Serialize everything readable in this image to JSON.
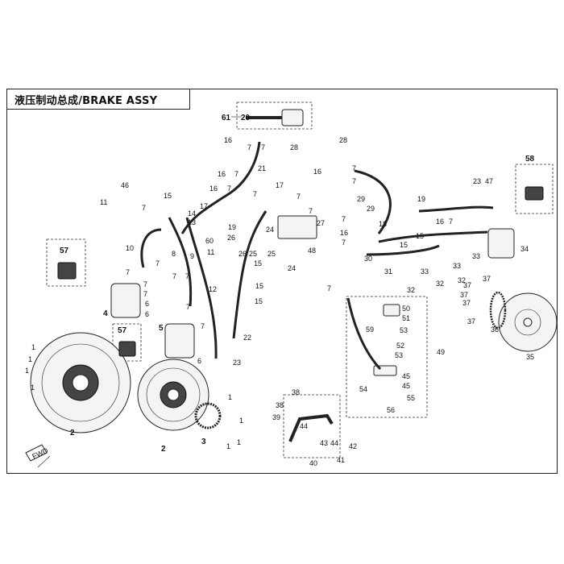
{
  "title": "液压制动总成/BRAKE ASSY",
  "fwd_label": "FWD",
  "callouts": [
    {
      "id": "c61",
      "text": "61"
    },
    {
      "id": "c20",
      "text": "20"
    },
    {
      "id": "c16a",
      "text": "16"
    },
    {
      "id": "c7a",
      "text": "7"
    },
    {
      "id": "c7b",
      "text": "7"
    },
    {
      "id": "c28a",
      "text": "28"
    },
    {
      "id": "c28b",
      "text": "28"
    },
    {
      "id": "c58",
      "text": "58"
    },
    {
      "id": "c16b",
      "text": "16"
    },
    {
      "id": "c7c",
      "text": "7"
    },
    {
      "id": "c21",
      "text": "21"
    },
    {
      "id": "c16c",
      "text": "16"
    },
    {
      "id": "c7d",
      "text": "7"
    },
    {
      "id": "c7e",
      "text": "7"
    },
    {
      "id": "c17a",
      "text": "17"
    },
    {
      "id": "c7f",
      "text": "7"
    },
    {
      "id": "c16d",
      "text": "16"
    },
    {
      "id": "c7g",
      "text": "7"
    },
    {
      "id": "c23a",
      "text": "23"
    },
    {
      "id": "c47",
      "text": "47"
    },
    {
      "id": "c46",
      "text": "46"
    },
    {
      "id": "c15a",
      "text": "15"
    },
    {
      "id": "c11a",
      "text": "11"
    },
    {
      "id": "c7h",
      "text": "7"
    },
    {
      "id": "c7i",
      "text": "7"
    },
    {
      "id": "c29a",
      "text": "29"
    },
    {
      "id": "c29b",
      "text": "29"
    },
    {
      "id": "c19a",
      "text": "19"
    },
    {
      "id": "c14",
      "text": "14"
    },
    {
      "id": "c13",
      "text": "13"
    },
    {
      "id": "c17b",
      "text": "17"
    },
    {
      "id": "c19b",
      "text": "19"
    },
    {
      "id": "c7j",
      "text": "7"
    },
    {
      "id": "c27",
      "text": "27"
    },
    {
      "id": "c7k",
      "text": "7"
    },
    {
      "id": "c18",
      "text": "18"
    },
    {
      "id": "c16e",
      "text": "16"
    },
    {
      "id": "c7l",
      "text": "7"
    },
    {
      "id": "c60",
      "text": "60"
    },
    {
      "id": "c26",
      "text": "26"
    },
    {
      "id": "c24a",
      "text": "24"
    },
    {
      "id": "c16f",
      "text": "16"
    },
    {
      "id": "c7m",
      "text": "7"
    },
    {
      "id": "c15b",
      "text": "15"
    },
    {
      "id": "c15c",
      "text": "15"
    },
    {
      "id": "c57a",
      "text": "57"
    },
    {
      "id": "c10",
      "text": "10"
    },
    {
      "id": "c8",
      "text": "8"
    },
    {
      "id": "c11b",
      "text": "11"
    },
    {
      "id": "c7n",
      "text": "7"
    },
    {
      "id": "c9",
      "text": "9"
    },
    {
      "id": "c26b",
      "text": "26"
    },
    {
      "id": "c25a",
      "text": "25"
    },
    {
      "id": "c25b",
      "text": "25"
    },
    {
      "id": "c48",
      "text": "48"
    },
    {
      "id": "c30",
      "text": "30"
    },
    {
      "id": "c34",
      "text": "34"
    },
    {
      "id": "c7o",
      "text": "7"
    },
    {
      "id": "c15d",
      "text": "15"
    },
    {
      "id": "c7p",
      "text": "7"
    },
    {
      "id": "c7q",
      "text": "7"
    },
    {
      "id": "c33a",
      "text": "33"
    },
    {
      "id": "c15e",
      "text": "15"
    },
    {
      "id": "c24b",
      "text": "24"
    },
    {
      "id": "c31",
      "text": "31"
    },
    {
      "id": "c33b",
      "text": "33"
    },
    {
      "id": "c32a",
      "text": "32"
    },
    {
      "id": "c32b",
      "text": "32"
    },
    {
      "id": "c33c",
      "text": "33"
    },
    {
      "id": "c32c",
      "text": "32"
    },
    {
      "id": "c7r",
      "text": "7"
    },
    {
      "id": "c7s",
      "text": "7"
    },
    {
      "id": "c12",
      "text": "12"
    },
    {
      "id": "c7t",
      "text": "7"
    },
    {
      "id": "c4",
      "text": "4"
    },
    {
      "id": "c6a",
      "text": "6"
    },
    {
      "id": "c6b",
      "text": "6"
    },
    {
      "id": "c15f",
      "text": "15"
    },
    {
      "id": "c7u",
      "text": "7"
    },
    {
      "id": "c37a",
      "text": "37"
    },
    {
      "id": "c37b",
      "text": "37"
    },
    {
      "id": "c37c",
      "text": "37"
    },
    {
      "id": "c37d",
      "text": "37"
    },
    {
      "id": "c37e",
      "text": "37"
    },
    {
      "id": "c36",
      "text": "36"
    },
    {
      "id": "c35",
      "text": "35"
    },
    {
      "id": "c50",
      "text": "50"
    },
    {
      "id": "c59",
      "text": "59"
    },
    {
      "id": "c51",
      "text": "51"
    },
    {
      "id": "c53a",
      "text": "53"
    },
    {
      "id": "c52",
      "text": "52"
    },
    {
      "id": "c53b",
      "text": "53"
    },
    {
      "id": "c49",
      "text": "49"
    },
    {
      "id": "c45a",
      "text": "45"
    },
    {
      "id": "c45b",
      "text": "45"
    },
    {
      "id": "c54",
      "text": "54"
    },
    {
      "id": "c55",
      "text": "55"
    },
    {
      "id": "c56",
      "text": "56"
    },
    {
      "id": "c57b",
      "text": "57"
    },
    {
      "id": "c5",
      "text": "5"
    },
    {
      "id": "c7v",
      "text": "7"
    },
    {
      "id": "c22",
      "text": "22"
    },
    {
      "id": "c6c",
      "text": "6"
    },
    {
      "id": "c23b",
      "text": "23"
    },
    {
      "id": "c1a",
      "text": "1"
    },
    {
      "id": "c1b",
      "text": "1"
    },
    {
      "id": "c1c",
      "text": "1"
    },
    {
      "id": "c1d",
      "text": "1"
    },
    {
      "id": "c2a",
      "text": "2"
    },
    {
      "id": "c2b",
      "text": "2"
    },
    {
      "id": "c3",
      "text": "3"
    },
    {
      "id": "c1e",
      "text": "1"
    },
    {
      "id": "c1f",
      "text": "1"
    },
    {
      "id": "c1g",
      "text": "1"
    },
    {
      "id": "c1h",
      "text": "1"
    },
    {
      "id": "c38a",
      "text": "38"
    },
    {
      "id": "c38b",
      "text": "38"
    },
    {
      "id": "c39",
      "text": "39"
    },
    {
      "id": "c44a",
      "text": "44"
    },
    {
      "id": "c43",
      "text": "43"
    },
    {
      "id": "c44b",
      "text": "44"
    },
    {
      "id": "c42",
      "text": "42"
    },
    {
      "id": "c41",
      "text": "41"
    },
    {
      "id": "c40",
      "text": "40"
    }
  ]
}
